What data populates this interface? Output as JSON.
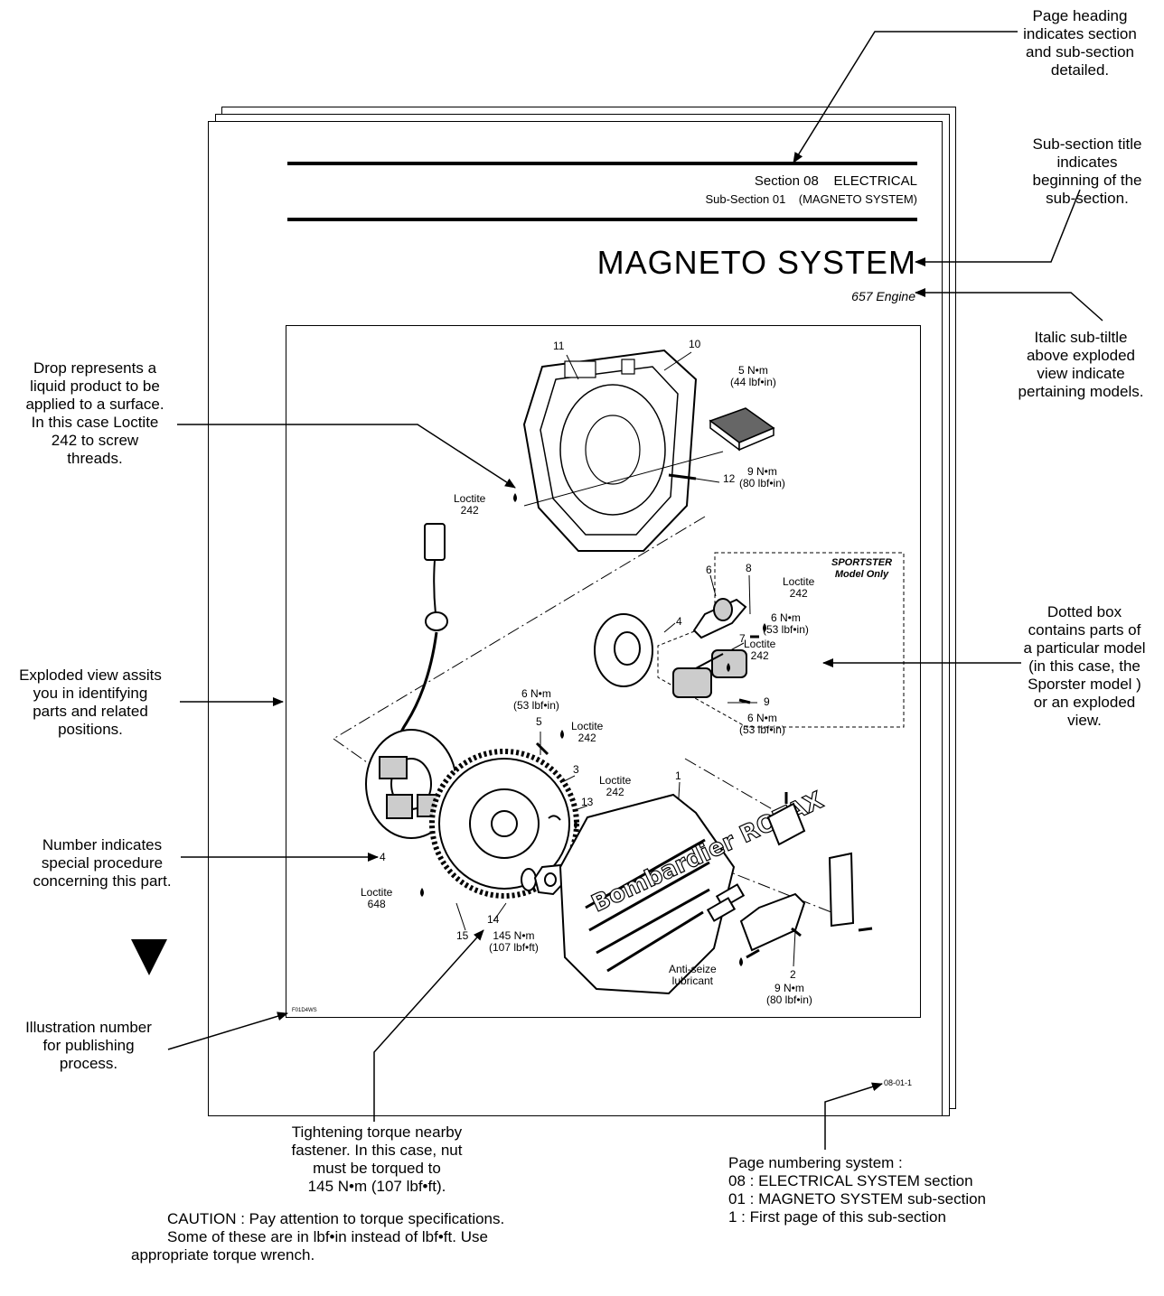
{
  "page": {
    "section_line": "Section 08    ELECTRICAL",
    "subsection_line": "Sub-Section 01    (MAGNETO SYSTEM)",
    "main_title": "MAGNETO SYSTEM",
    "subtitle": "657 Engine",
    "illustration_number": "F01D4WS",
    "page_number": "08-01-1"
  },
  "callouts": {
    "page_heading": [
      "Page heading",
      "indicates section",
      "and sub-section",
      "detailed."
    ],
    "subsection_title": [
      "Sub-section title",
      "indicates",
      "beginning of the",
      "sub-section."
    ],
    "italic_subtitle": [
      "Italic sub-tiltle",
      "above exploded",
      "view indicate",
      "pertaining models."
    ],
    "drop": [
      "Drop represents a",
      "liquid product to be",
      "applied to a surface.",
      "In this case Loctite",
      "242 to screw",
      "threads."
    ],
    "dotted_box": [
      "Dotted box",
      "contains parts of",
      "a particular model",
      "(in this case, the",
      "Sporster model )",
      "or an exploded",
      "view."
    ],
    "exploded_view": [
      "Exploded view assits",
      "you in identifying",
      "parts and related",
      "positions."
    ],
    "number": [
      "Number indicates",
      "special procedure",
      "concerning this part."
    ],
    "illustration": [
      "Illustration number",
      "for publishing",
      "process."
    ],
    "torque": [
      "Tightening torque nearby",
      "fastener.  In this case, nut",
      "must be torqued to",
      "145 N•m (107 lbf•ft)."
    ],
    "page_numbering": [
      "Page numbering system :",
      "08 : ELECTRICAL SYSTEM section",
      "01 : MAGNETO SYSTEM sub-section",
      "1   : First page of this sub-section"
    ],
    "caution": [
      "CAUTION : Pay attention to torque specifications.",
      "Some of these are in lbf•in instead of lbf•ft. Use",
      "appropriate torque wrench."
    ]
  },
  "diagram_labels": {
    "sportster": [
      "SPORTSTER",
      "Model Only"
    ],
    "torque_5nm": [
      "5 N•m",
      "(44 lbf•in)"
    ],
    "torque_9nm_13": [
      "9 N•m",
      "(80 lbf•in)"
    ],
    "torque_6nm_8": [
      "6 N•m",
      "(53 lbf•in)"
    ],
    "torque_6nm_9": [
      "6 N•m",
      "(53 lbf•in)"
    ],
    "torque_6nm_5": [
      "6 N•m",
      "(53 lbf•in)"
    ],
    "torque_145": [
      "145 N•m",
      "(107 lbf•ft)"
    ],
    "torque_9nm_2": [
      "9 N•m",
      "(80 lbf•in)"
    ],
    "loctite_242_top": [
      "Loctite",
      "242"
    ],
    "loctite_242_8": [
      "Loctite",
      "242"
    ],
    "loctite_242_7": [
      "Loctite",
      "242"
    ],
    "loctite_242_5": [
      "Loctite",
      "242"
    ],
    "loctite_242_14": [
      "Loctite",
      "242"
    ],
    "loctite_648": [
      "Loctite",
      "648"
    ],
    "anti_seize": [
      "Anti-seize",
      "lubricant"
    ],
    "brand_text": "Bombardier ROTAX",
    "part_numbers": [
      "1",
      "2",
      "3",
      "4",
      "4",
      "5",
      "6",
      "7",
      "8",
      "9",
      "10",
      "11",
      "12",
      "13",
      "14",
      "15"
    ]
  }
}
